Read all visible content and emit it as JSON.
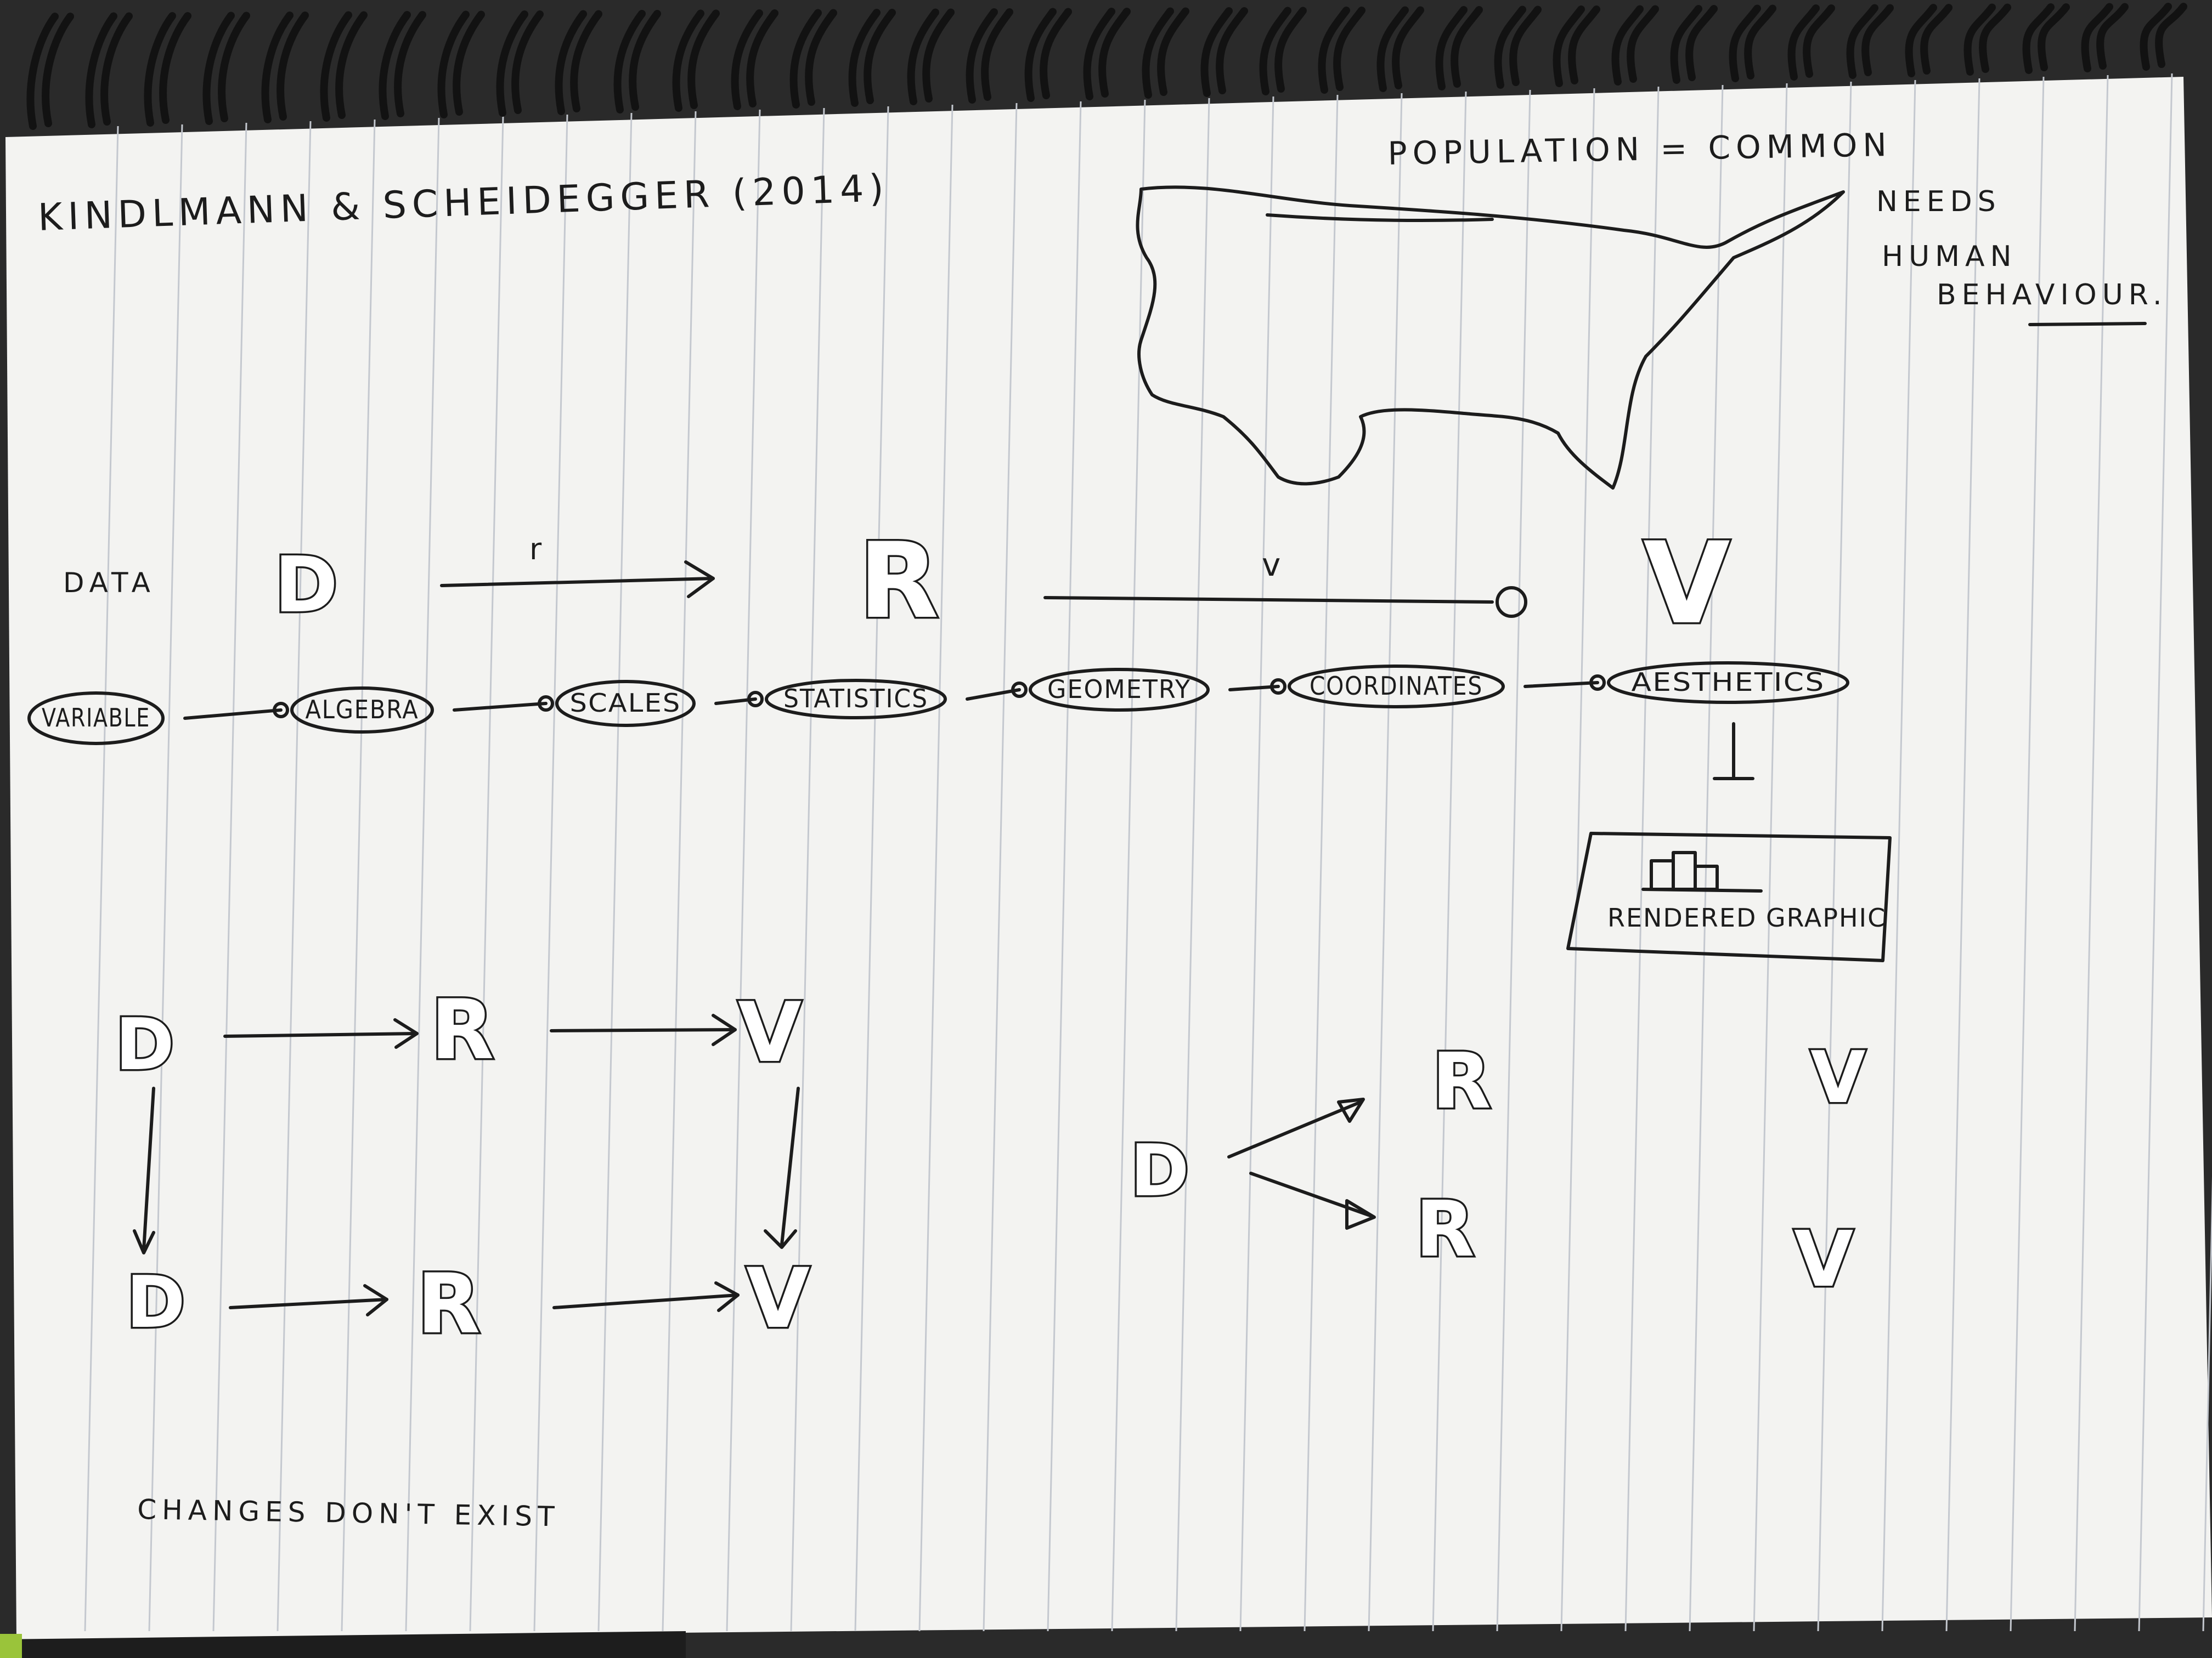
{
  "header": {
    "authors": "KINDLMANN & SCHEIDEGGER (2014)",
    "population_note": "POPULATION = COMMON",
    "note_lines": [
      "NEEDS",
      "HUMAN",
      "BEHAVIOUR."
    ]
  },
  "data_row": {
    "label": "DATA",
    "d": "D",
    "r": "R",
    "v": "V",
    "arrow1_label": "r",
    "arrow2_label": "v"
  },
  "pipeline": {
    "steps": [
      "VARIABLE",
      "ALGEBRA",
      "SCALES",
      "STATISTICS",
      "GEOMETRY",
      "COORDINATES",
      "AESTHETICS"
    ],
    "output_box": "RENDERED GRAPHIC"
  },
  "lower_left": {
    "letters": [
      "D",
      "R",
      "V",
      "D",
      "R",
      "V"
    ]
  },
  "lower_right": {
    "letters": [
      "D",
      "R",
      "R",
      "V",
      "V"
    ]
  },
  "footer": {
    "text": "CHANGES DON'T EXIST"
  },
  "colors": {
    "paper": "#f3f3f1",
    "ink": "#1c1c1c",
    "rule": "#c4c8cf",
    "spiral": "#121212",
    "background": "#2a2a2a"
  }
}
